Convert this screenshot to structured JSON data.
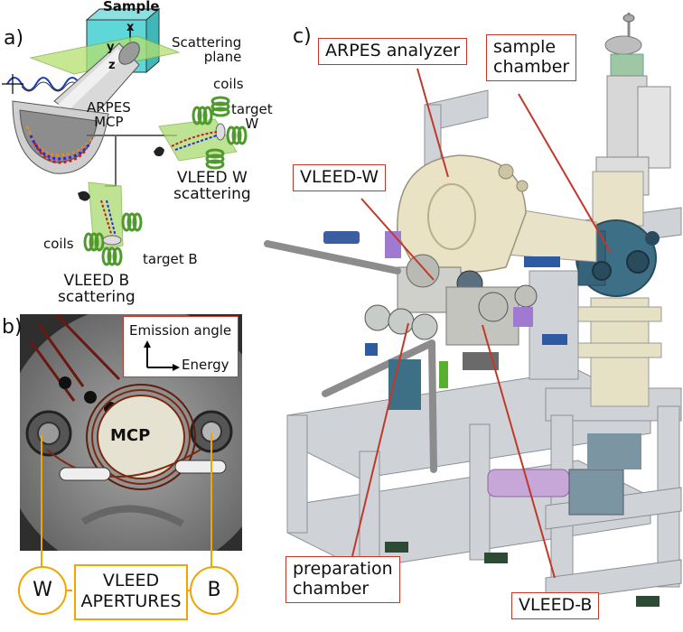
{
  "panel_a": {
    "label": "a)",
    "sample": "Sample",
    "scattering_plane": "Scattering\nplane",
    "axis_x": "x",
    "axis_y": "y",
    "axis_z": "z",
    "arpes_mcp": "ARPES\nMCP",
    "coils_top": "coils",
    "target_w": "target\nW",
    "vleed_w": "VLEED W\nscattering",
    "coils_bottom": "coils",
    "target_b": "target B",
    "vleed_b": "VLEED B\nscattering"
  },
  "panel_b": {
    "label": "b)",
    "emission_angle": "Emission angle",
    "energy": "Energy",
    "mcp": "MCP",
    "w": "W",
    "b": "B",
    "vleed_apertures": "VLEED\nAPERTURES"
  },
  "panel_c": {
    "label": "c)",
    "arpes_analyzer": "ARPES analyzer",
    "sample_chamber": "sample\nchamber",
    "vleed_w": "VLEED-W",
    "preparation_chamber": "preparation\nchamber",
    "vleed_b": "VLEED-B"
  },
  "colors": {
    "callout_border": "#c0392b",
    "aperture_border": "#f0a500",
    "chamber_blue": "#3d6f86",
    "analyzer_cream": "#e9e2c4",
    "coil_green": "#4f9a2c",
    "frame_grey": "#c9ccd0"
  }
}
